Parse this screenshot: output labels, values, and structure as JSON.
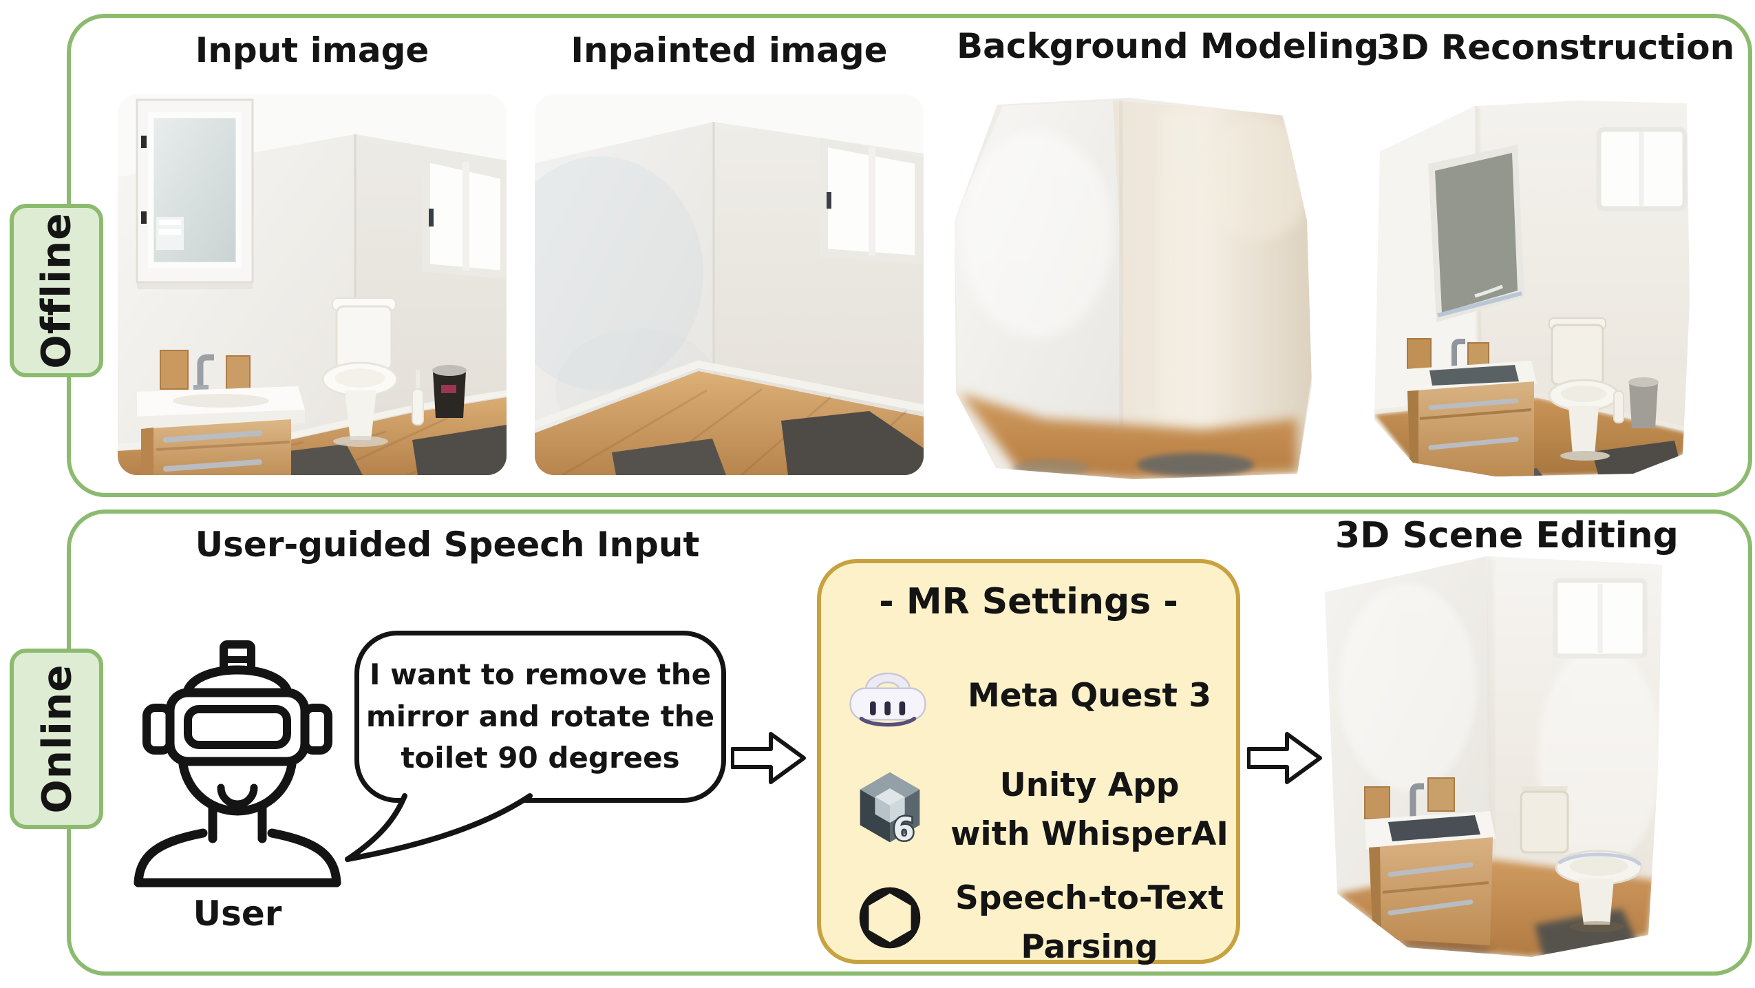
{
  "figure": {
    "sections": {
      "offline": {
        "label": "Offline",
        "columns": [
          {
            "title": "Input image"
          },
          {
            "title": "Inpainted image"
          },
          {
            "title": "Background Modeling"
          },
          {
            "title": "3D Reconstruction"
          }
        ]
      },
      "online": {
        "label": "Online",
        "speech_input_title": "User-guided Speech Input",
        "scene_editing_title": "3D Scene Editing",
        "user_caption": "User",
        "speech_bubble": {
          "lines": [
            "I want to remove the",
            "mirror and rotate the",
            "toilet 90 degrees"
          ]
        },
        "mr_box": {
          "title": "- MR Settings -",
          "items": [
            {
              "icon": "meta-quest-3-headset",
              "lines": [
                "Meta Quest 3"
              ]
            },
            {
              "icon": "unity-6-logo",
              "lines": [
                "Unity App",
                "with WhisperAI"
              ]
            },
            {
              "icon": "openai-logo",
              "lines": [
                "Speech-to-Text",
                "Parsing"
              ]
            }
          ],
          "unity_badge": "6"
        }
      }
    },
    "colors": {
      "panel_border_green": "#8cbb70",
      "label_fill_green": "#ddecd3",
      "mr_box_fill": "#fcf1c8",
      "mr_box_border": "#c7a23f",
      "ink": "#141414"
    }
  }
}
